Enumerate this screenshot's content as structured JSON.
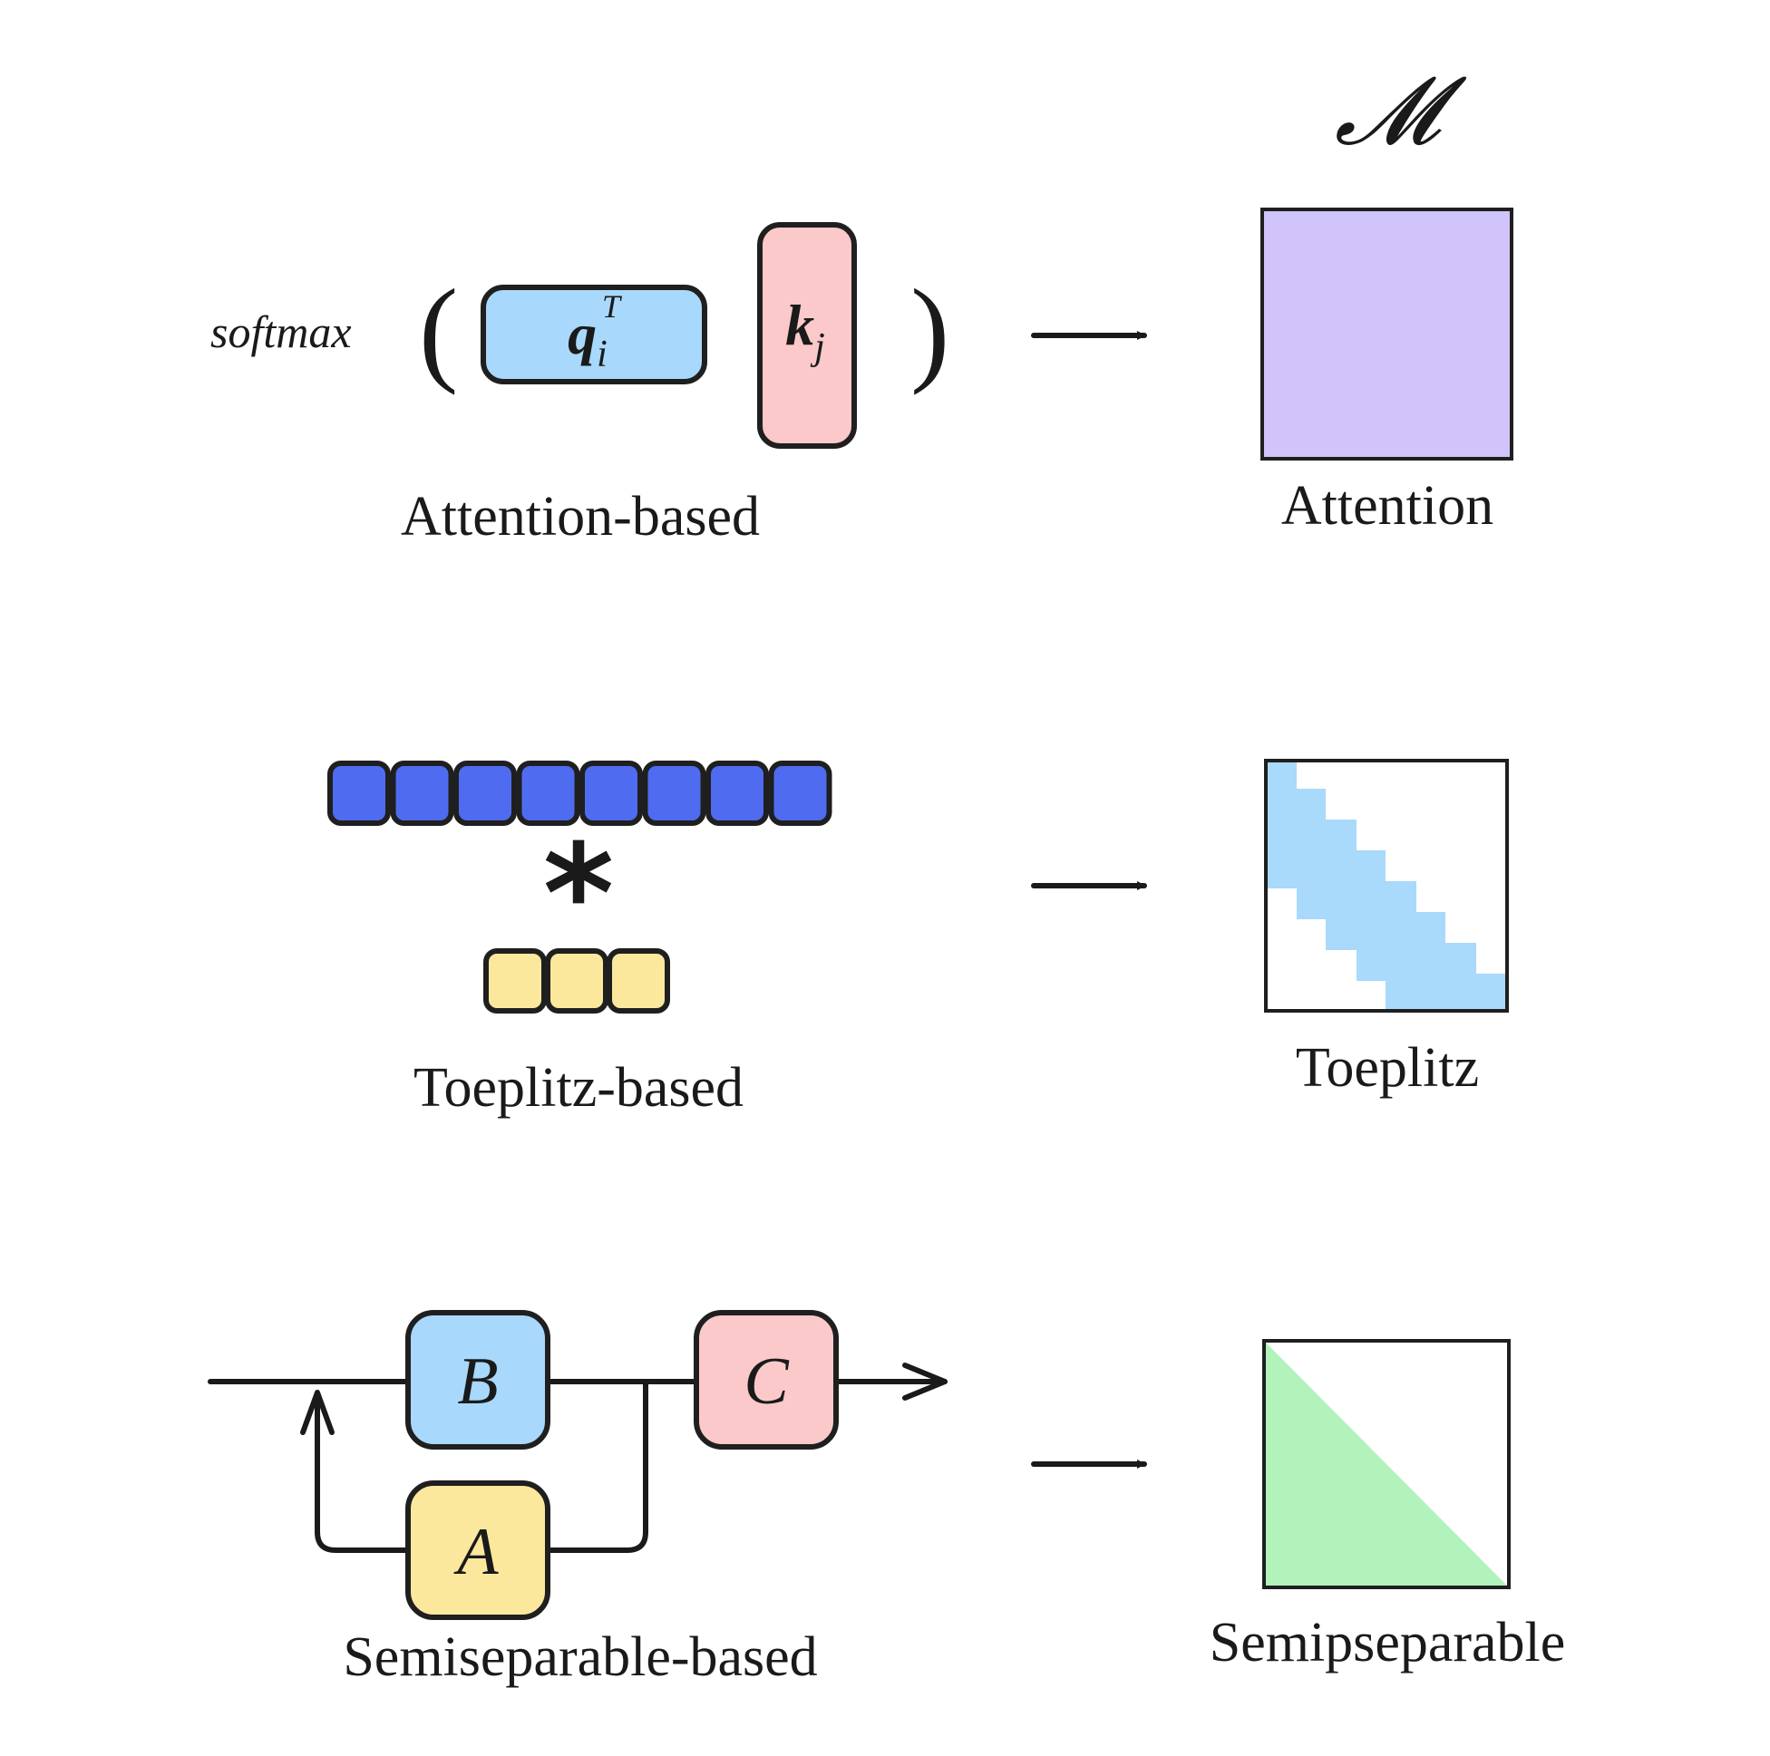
{
  "header": {
    "matrix_symbol": "𝓜"
  },
  "rows": [
    {
      "id": "attention",
      "formula": {
        "func": "softmax",
        "lparen": "(",
        "rparen": ")",
        "q": "q",
        "q_sub": "i",
        "q_sup": "T",
        "k": "k",
        "k_sub": "j"
      },
      "left_caption": "Attention-based",
      "right_caption": "Attention"
    },
    {
      "id": "toeplitz",
      "conv_symbol": "*",
      "kernel_length": 8,
      "filter_length": 3,
      "left_caption": "Toeplitz-based",
      "right_caption": "Toeplitz"
    },
    {
      "id": "semiseparable",
      "blocks": {
        "b": "B",
        "c": "C",
        "a": "A"
      },
      "left_caption": "Semiseparable-based",
      "right_caption": "Semipseparable"
    }
  ],
  "colors": {
    "q_fill": "#a8d8fb",
    "k_fill": "#fbc9c9",
    "attention_matrix": "#d1c4fb",
    "kernel_fill": "#4f6cf0",
    "filter_fill": "#fbe89d",
    "toeplitz_band": "#a9d9fb",
    "semiseparable_fill": "#b2f2bb",
    "b_fill": "#a8d8fb",
    "c_fill": "#fbc9c9",
    "a_fill": "#fbe89d"
  }
}
